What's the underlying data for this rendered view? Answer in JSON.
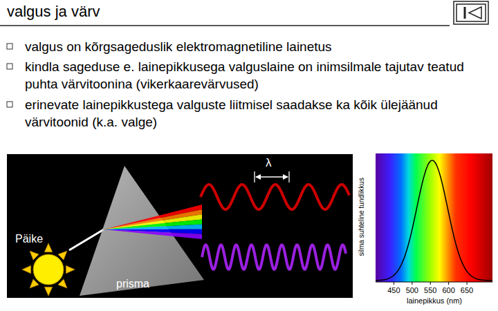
{
  "diagram": {
    "title": "valgus ja värv",
    "labels": [
      "valgus on kõrgsageduslik elektromagnetiline lainetus",
      "kindla sageduse e. lainepikkusega valguslaine on inimsilmale tajutav teatud puhta värvitoonina (vikerkaarevärvused)",
      "erinevate lainepikkustega valguste liitmisel saadakse ka kõik ülejäänud värvitoonid (k.a. valge)",
      "λ",
      "Päike",
      "prisma",
      "silma suhteline tundlikkus",
      "450",
      "500",
      "550",
      "600",
      "650",
      "lainepikkus (nm)"
    ]
  }
}
